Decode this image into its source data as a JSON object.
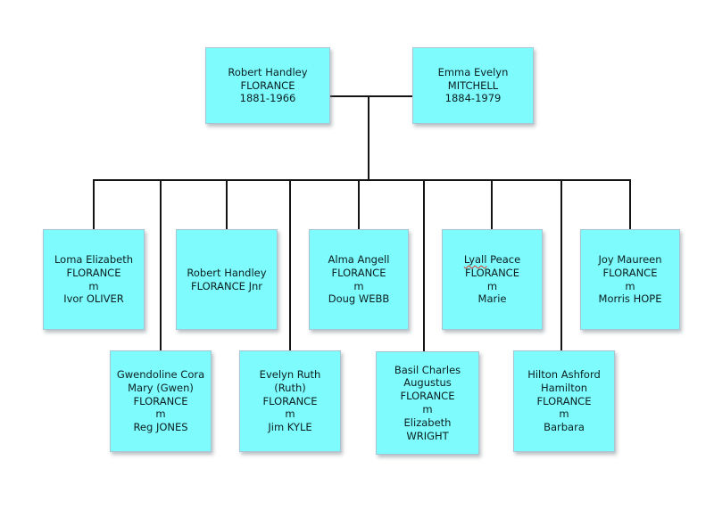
{
  "diagram": {
    "type": "family-tree",
    "style": {
      "background": "#ffffff",
      "box_fill": "#7dfbfd",
      "box_border": "#a7c6d2",
      "line_color": "#141414",
      "text_color": "#0c2020",
      "misspell_underline_color": "#e0362a"
    },
    "people": [
      {
        "id": "robert-handley-florance",
        "generation": "parent",
        "lines": [
          "Robert Handley",
          "FLORANCE",
          "1881-1966"
        ]
      },
      {
        "id": "emma-evelyn-mitchell",
        "generation": "parent",
        "lines": [
          "Emma Evelyn",
          "MITCHELL",
          "1884-1979"
        ]
      },
      {
        "id": "loma-elizabeth-florance",
        "generation": "child",
        "lines": [
          "Loma Elizabeth",
          "FLORANCE",
          "m",
          "Ivor OLIVER"
        ]
      },
      {
        "id": "robert-handley-florance-jnr",
        "generation": "child",
        "lines": [
          "Robert Handley",
          "FLORANCE Jnr"
        ]
      },
      {
        "id": "alma-angell-florance",
        "generation": "child",
        "lines": [
          "Alma Angell",
          "FLORANCE",
          "m",
          "Doug WEBB"
        ]
      },
      {
        "id": "lyall-peace-florance",
        "generation": "child",
        "lines": [
          [
            "Lyall",
            " Peace"
          ],
          "FLORANCE",
          "m",
          "Marie"
        ]
      },
      {
        "id": "joy-maureen-florance",
        "generation": "child",
        "lines": [
          "Joy Maureen",
          "FLORANCE",
          "m",
          "Morris HOPE"
        ]
      },
      {
        "id": "gwendoline-cora-mary-florance",
        "generation": "child",
        "lines": [
          "Gwendoline Cora",
          "Mary (Gwen)",
          "FLORANCE",
          "m",
          "Reg JONES"
        ]
      },
      {
        "id": "evelyn-ruth-florance",
        "generation": "child",
        "lines": [
          "Evelyn Ruth",
          "(Ruth)",
          "FLORANCE",
          "m",
          "Jim KYLE"
        ]
      },
      {
        "id": "basil-charles-augustus-florance",
        "generation": "child",
        "lines": [
          "Basil Charles",
          "Augustus",
          "FLORANCE",
          "m",
          "Elizabeth",
          "WRIGHT"
        ]
      },
      {
        "id": "hilton-ashford-hamilton-florance",
        "generation": "child",
        "lines": [
          "Hilton Ashford",
          "Hamilton",
          "FLORANCE",
          "m",
          "Barbara"
        ]
      }
    ]
  }
}
